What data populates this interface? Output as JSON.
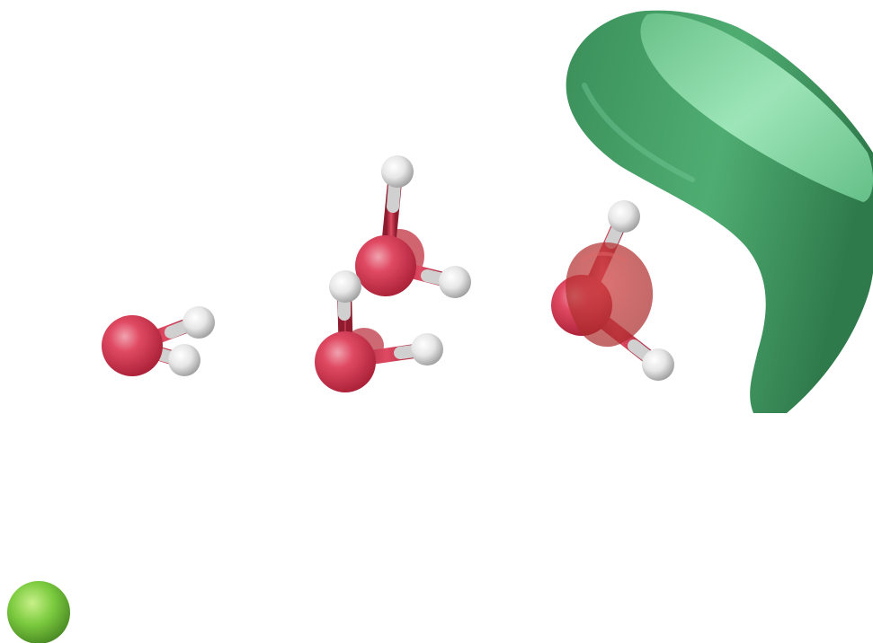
{
  "scene": {
    "background": "#ffffff",
    "colors": {
      "oxygen": "#d8364f",
      "hydrogen": "#e8e8e8",
      "chloride": "#72c93a",
      "positive_isosurface": "#3f9d63",
      "negative_isosurface": "#c93a3a"
    },
    "molecules": [
      {
        "id": "water-1",
        "label": "water"
      },
      {
        "id": "water-2",
        "label": "water"
      },
      {
        "id": "water-3",
        "label": "water"
      },
      {
        "id": "water-4",
        "label": "water"
      }
    ],
    "ion": {
      "id": "chloride-ion",
      "label": "chloride"
    },
    "isosurfaces": [
      {
        "id": "green-lobe",
        "sign": "positive"
      },
      {
        "id": "red-lobe",
        "sign": "negative"
      }
    ]
  }
}
